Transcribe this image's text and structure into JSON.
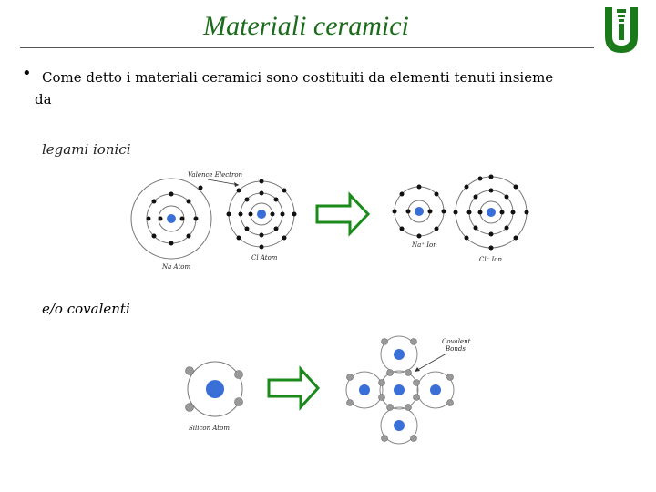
{
  "title": "Materiali ceramici",
  "bullet_text_line1": "Come detto i materiali ceramici  sono costituiti da elementi tenuti insieme",
  "bullet_text_line2": "da",
  "label_ionic": "legami ionici",
  "label_covalent": "e/o covalenti",
  "figure_ionic": {
    "valence_electron": "Valence Electron",
    "na_atom": "Na Atom",
    "cl_atom": "Cl Atom",
    "na_ion": "Na⁺ Ion",
    "cl_ion": "Cl⁻ Ion"
  },
  "figure_covalent": {
    "silicon_atom": "Silicon Atom",
    "covalent_bonds_1": "Covalent",
    "covalent_bonds_2": "Bonds"
  },
  "colors": {
    "title": "#1a6b1a",
    "arrow": "#1a8a1a",
    "nucleus": "#3a6fd8",
    "logo": "#1a7a1a"
  }
}
